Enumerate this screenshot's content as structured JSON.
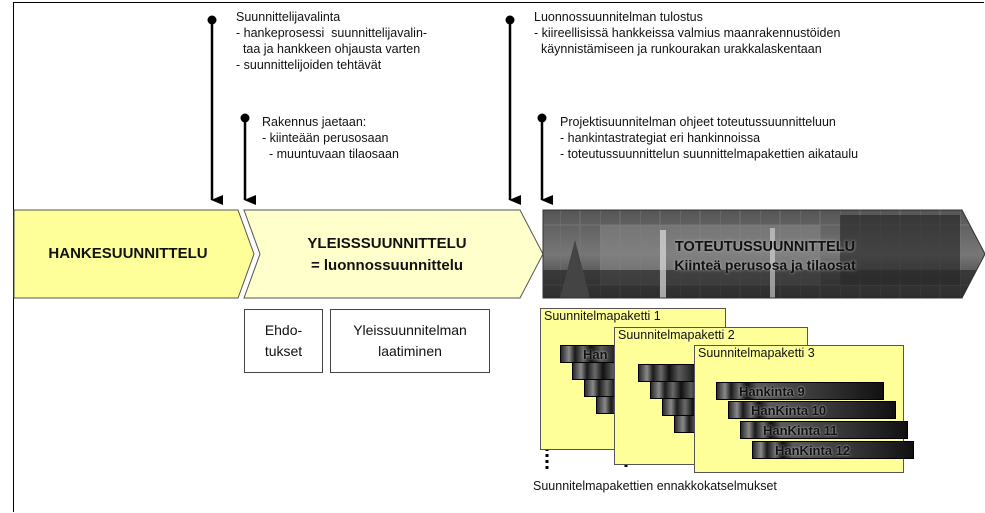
{
  "notes": {
    "n1": {
      "title": "Suunnittelijavalinta",
      "lines": [
        "- hankeprosessi  suunnittelijavalin-",
        "  taa ja hankkeen ohjausta varten",
        "- suunnittelijoiden tehtävät"
      ]
    },
    "n2": {
      "title": "Rakennus jaetaan:",
      "lines": [
        "- kiinteään perusosaan",
        "  - muuntuvaan tilaosaan"
      ]
    },
    "n3": {
      "title": "Luonnossuunnitelman tulostus",
      "lines": [
        "- kiireellisissä hankkeissa valmius maanrakennustöiden",
        "  käynnistämiseen ja runkourakan urakkalaskentaan"
      ]
    },
    "n4": {
      "title": "Projektisuunnitelman ohjeet toteutussuunnitteluun",
      "lines": [
        "- hankintastrategiat eri hankinnoissa",
        "- toteutussuunnittelun suunnittelmapakettien aikataulu"
      ]
    }
  },
  "phases": {
    "hanke": "HANKESUUNNITTELU",
    "yleis_line1": "YLEISSSUUNNITTELU",
    "yleis_line2": "= luonnossuunnittelu",
    "toteutus_line1": "TOTEUTUSSUUNNITTELU",
    "toteutus_line2": "Kiinteä perusosa ja tilaosat"
  },
  "boxes": {
    "ehdotukset": "Ehdo-\ntukset",
    "laatiminen": "Yleissuunnitelman\nlaatiminen"
  },
  "packages": [
    "Suunnitelmapaketti 1",
    "Suunnitelmapaketti 2",
    "Suunnitelmapaketti 3"
  ],
  "hankinnat": [
    "Hankinta 9",
    "HanKinta 10",
    "HanKinta 11",
    "HanKinta 12"
  ],
  "hankinta_partial": "Han",
  "footer": "Suunnitelmapakettien ennakkokatselmukset",
  "colors": {
    "hanke_fill": "#ffff99",
    "yleis_fill": "#ffffcc",
    "package_fill": "#ffff99",
    "photo_dark": "#3a3a3a"
  }
}
